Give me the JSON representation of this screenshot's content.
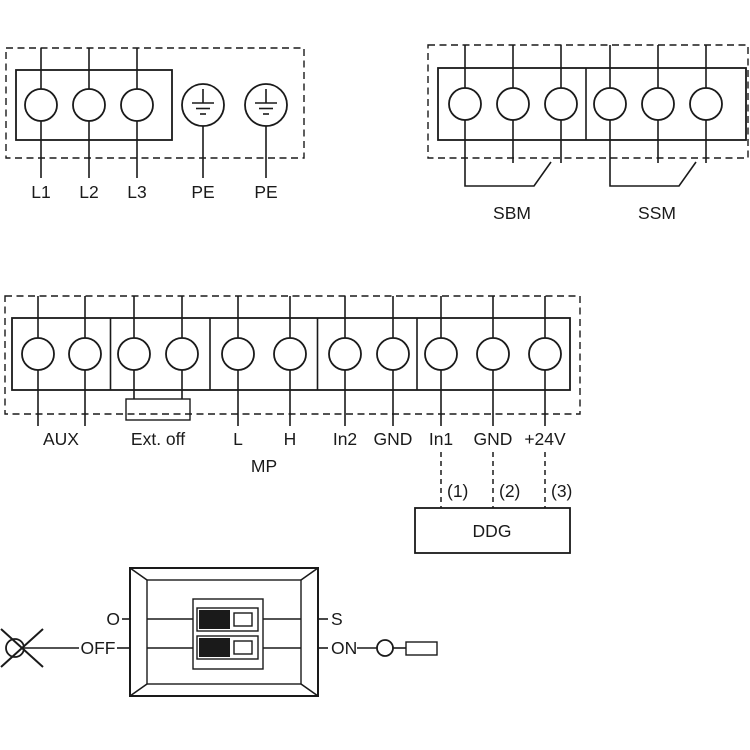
{
  "diagram": {
    "mains_block": {
      "terminal_labels": [
        "L1",
        "L2",
        "L3"
      ],
      "pe_labels": [
        "PE",
        "PE"
      ]
    },
    "relay_block": {
      "sbm_label": "SBM",
      "ssm_label": "SSM"
    },
    "control_block": {
      "labels": [
        "AUX",
        "Ext. off",
        "L",
        "H",
        "In2",
        "GND",
        "In1",
        "GND",
        "+24V"
      ],
      "mp_label": "MP"
    },
    "ddg": {
      "label": "DDG",
      "pin_labels": [
        "(1)",
        "(2)",
        "(3)"
      ]
    },
    "dip_switch": {
      "open_label": "O",
      "shut_label": "S",
      "off_label": "OFF",
      "on_label": "ON"
    }
  },
  "colors": {
    "line": "#1a1a1a",
    "background": "#ffffff"
  }
}
